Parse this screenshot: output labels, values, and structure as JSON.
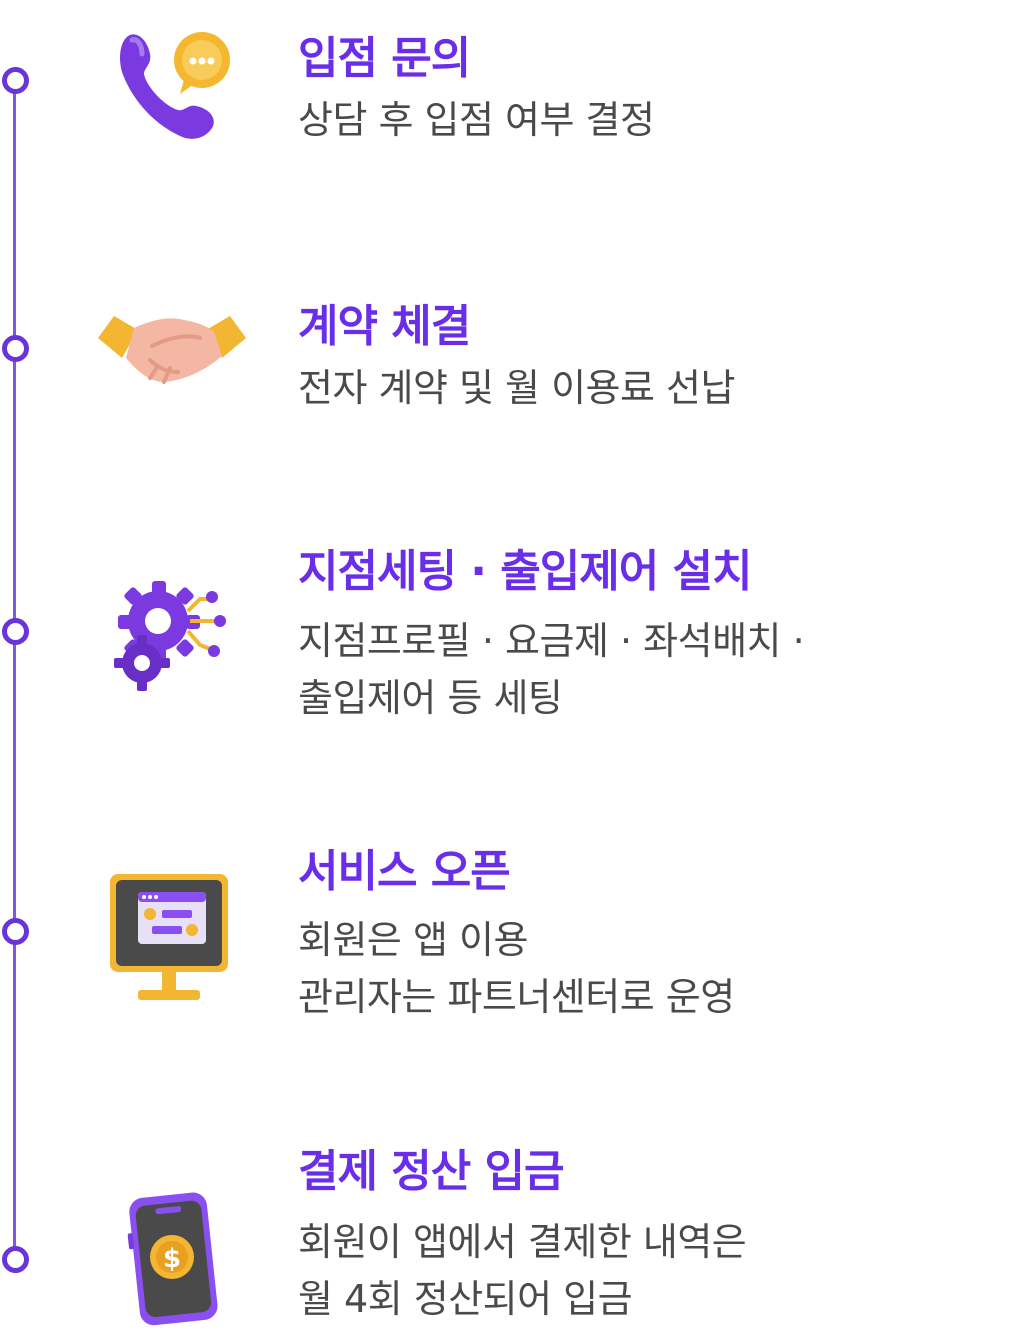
{
  "steps": [
    {
      "title": "입점 문의",
      "description": [
        "상담 후 입점 여부 결정"
      ],
      "icon": "phone-chat-icon"
    },
    {
      "title": "계약 체결",
      "description": [
        "전자 계약 및 월 이용료 선납"
      ],
      "icon": "handshake-icon"
    },
    {
      "title": "지점세팅 · 출입제어 설치",
      "description": [
        "지점프로필 · 요금제 · 좌석배치 ·",
        "출입제어 등 세팅"
      ],
      "icon": "gears-icon"
    },
    {
      "title": "서비스 오픈",
      "description": [
        "회원은 앱 이용",
        "관리자는 파트너센터로 운영"
      ],
      "icon": "monitor-icon"
    },
    {
      "title": "결제 정산 입금",
      "description": [
        "회원이 앱에서 결제한 내역은",
        "월 4회 정산되어 입금"
      ],
      "icon": "smartphone-coin-icon"
    }
  ],
  "colors": {
    "accent": "#6a2ee8",
    "timeline": "#7c5ae0",
    "text": "#4a4a4a",
    "gold": "#f2b632"
  }
}
